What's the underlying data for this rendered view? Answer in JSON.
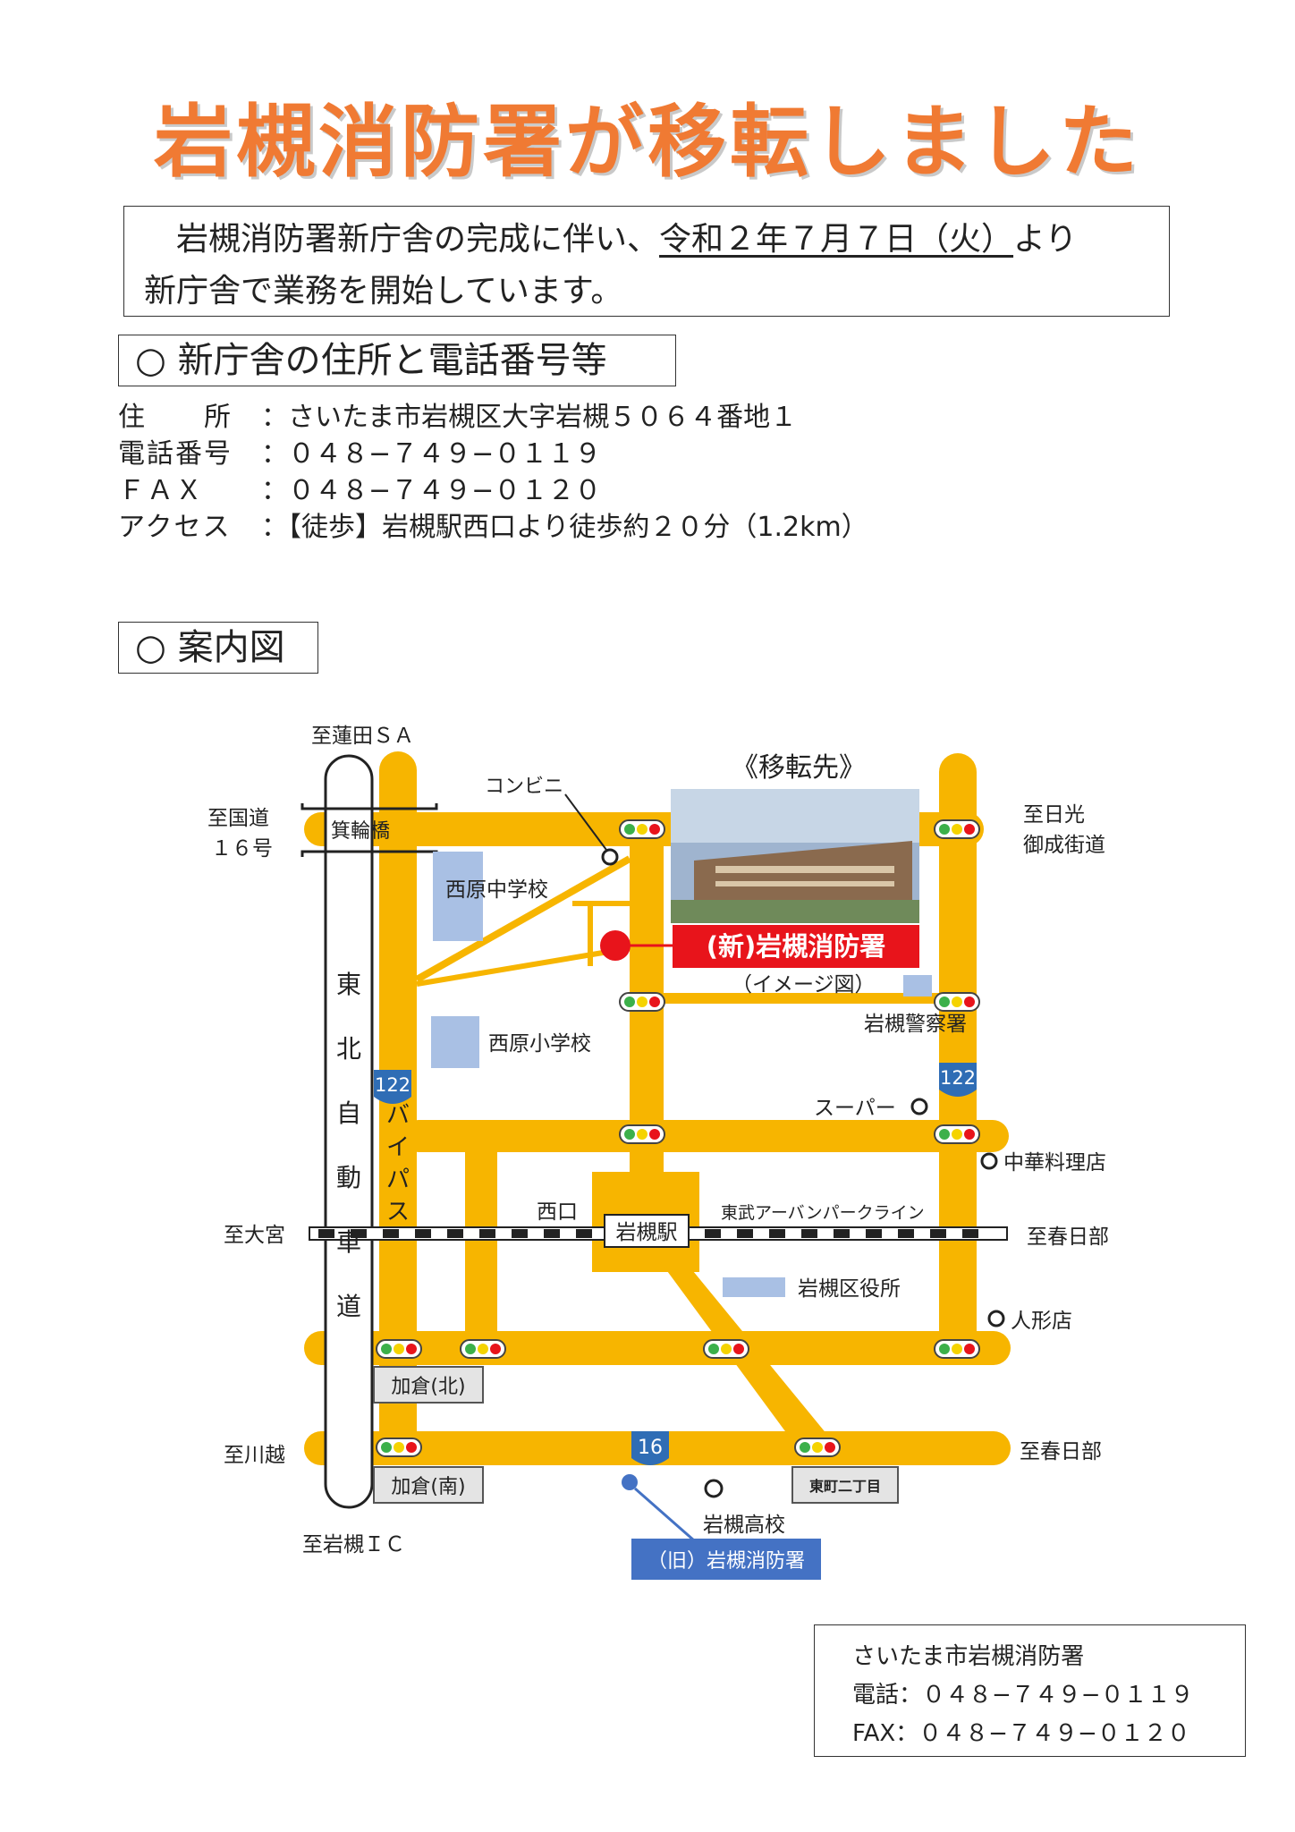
{
  "title": "岩槻消防署が移転しました",
  "intro": {
    "line1_pre": "岩槻消防署新庁舎の完成に伴い、",
    "line1_date": "令和２年７月７日（火）",
    "line1_post": "より",
    "line2": "新庁舎で業務を開始しています。"
  },
  "section1": {
    "title": "○ 新庁舎の住所と電話番号等"
  },
  "info": [
    {
      "label": "住　　所",
      "value": "：さいたま市岩槻区大字岩槻５０６４番地１"
    },
    {
      "label": "電話番号",
      "value": "：０４８−７４９−０１１９"
    },
    {
      "label": "ＦＡＸ",
      "value": "：０４８−７４９−０１２０"
    },
    {
      "label": "アクセス",
      "value": "：【徒歩】岩槻駅西口より徒歩約２０分（1.2km）"
    }
  ],
  "section2": {
    "title": "○ 案内図"
  },
  "map": {
    "labels": {
      "to_hasuda": "至蓮田ＳＡ",
      "to_route16": "至国道",
      "to_route16_b": "１６号",
      "minowabashi": "箕輪橋",
      "konbini": "コンビニ",
      "relocation": "《移転先》",
      "to_nikko": "至日光",
      "onari": "御成街道",
      "nishihara_jhs": "西原中学校",
      "new_station": "(新)岩槻消防署",
      "image_note": "（イメージ図）",
      "police": "岩槻警察署",
      "nishihara_es": "西原小学校",
      "expressway": "東北自動車道",
      "bypass": "バイパス",
      "route122": "122",
      "supermarket": "スーパー",
      "chinese": "中華料理店",
      "to_omiya": "至大宮",
      "west_exit": "西口",
      "iwatsuki_st": "岩槻駅",
      "tobu": "東武アーバンパークライン",
      "to_kasukabe": "至春日部",
      "ward_office": "岩槻区役所",
      "doll_shop": "人形店",
      "kagura_n": "加倉(北)",
      "to_kawagoe": "至川越",
      "route16": "16",
      "kagura_s": "加倉(南)",
      "higashimachi": "東町二丁目",
      "iwatsuki_hs": "岩槻高校",
      "to_kasukabe2": "至春日部",
      "to_iwatsuki_ic": "至岩槻ＩＣ",
      "old_station": "（旧）岩槻消防署"
    }
  },
  "footer": {
    "name": "さいたま市岩槻消防署",
    "tel": "電話：０４８−７４９−０１１９",
    "fax": "FAX：０４８−７４９−０１２０"
  },
  "colors": {
    "title": "#f07a33",
    "road": "#f7b500",
    "new_station_red": "#e8141b",
    "old_station_blue": "#4472c4",
    "building_blue": "#a9c0e4"
  }
}
